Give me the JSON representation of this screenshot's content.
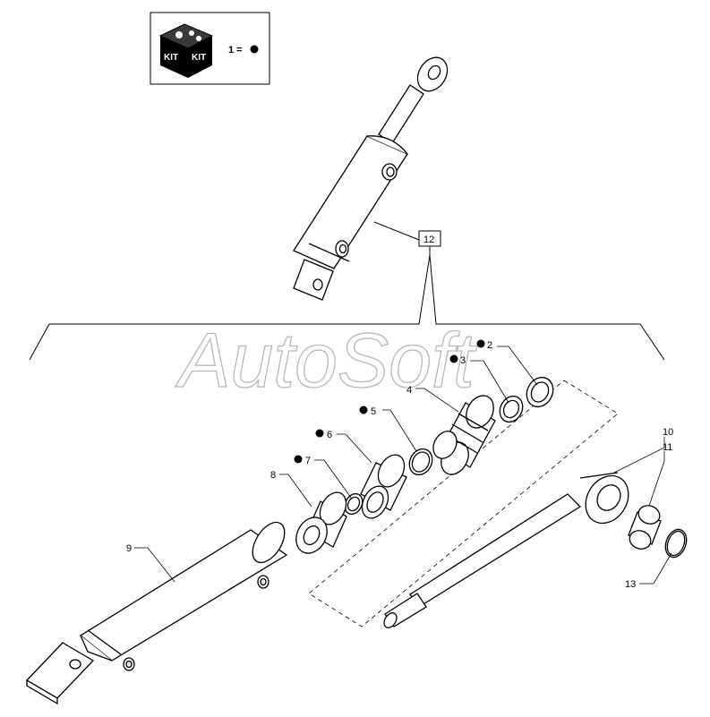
{
  "watermark": "AutoSoft",
  "kit_legend": {
    "icon_label_left": "KIT",
    "icon_label_right": "KIT",
    "equation": "1 ="
  },
  "group_callout": "12",
  "callouts": [
    {
      "id": "2",
      "kit_part": true
    },
    {
      "id": "3",
      "kit_part": true
    },
    {
      "id": "4",
      "kit_part": false
    },
    {
      "id": "5",
      "kit_part": true
    },
    {
      "id": "6",
      "kit_part": true
    },
    {
      "id": "7",
      "kit_part": true
    },
    {
      "id": "8",
      "kit_part": false
    },
    {
      "id": "9",
      "kit_part": false
    },
    {
      "id": "10",
      "kit_part": false
    },
    {
      "id": "11",
      "kit_part": false
    },
    {
      "id": "13",
      "kit_part": false
    }
  ],
  "colors": {
    "line": "#000000",
    "background": "#ffffff",
    "watermark_outline": "#b8b8b8"
  }
}
